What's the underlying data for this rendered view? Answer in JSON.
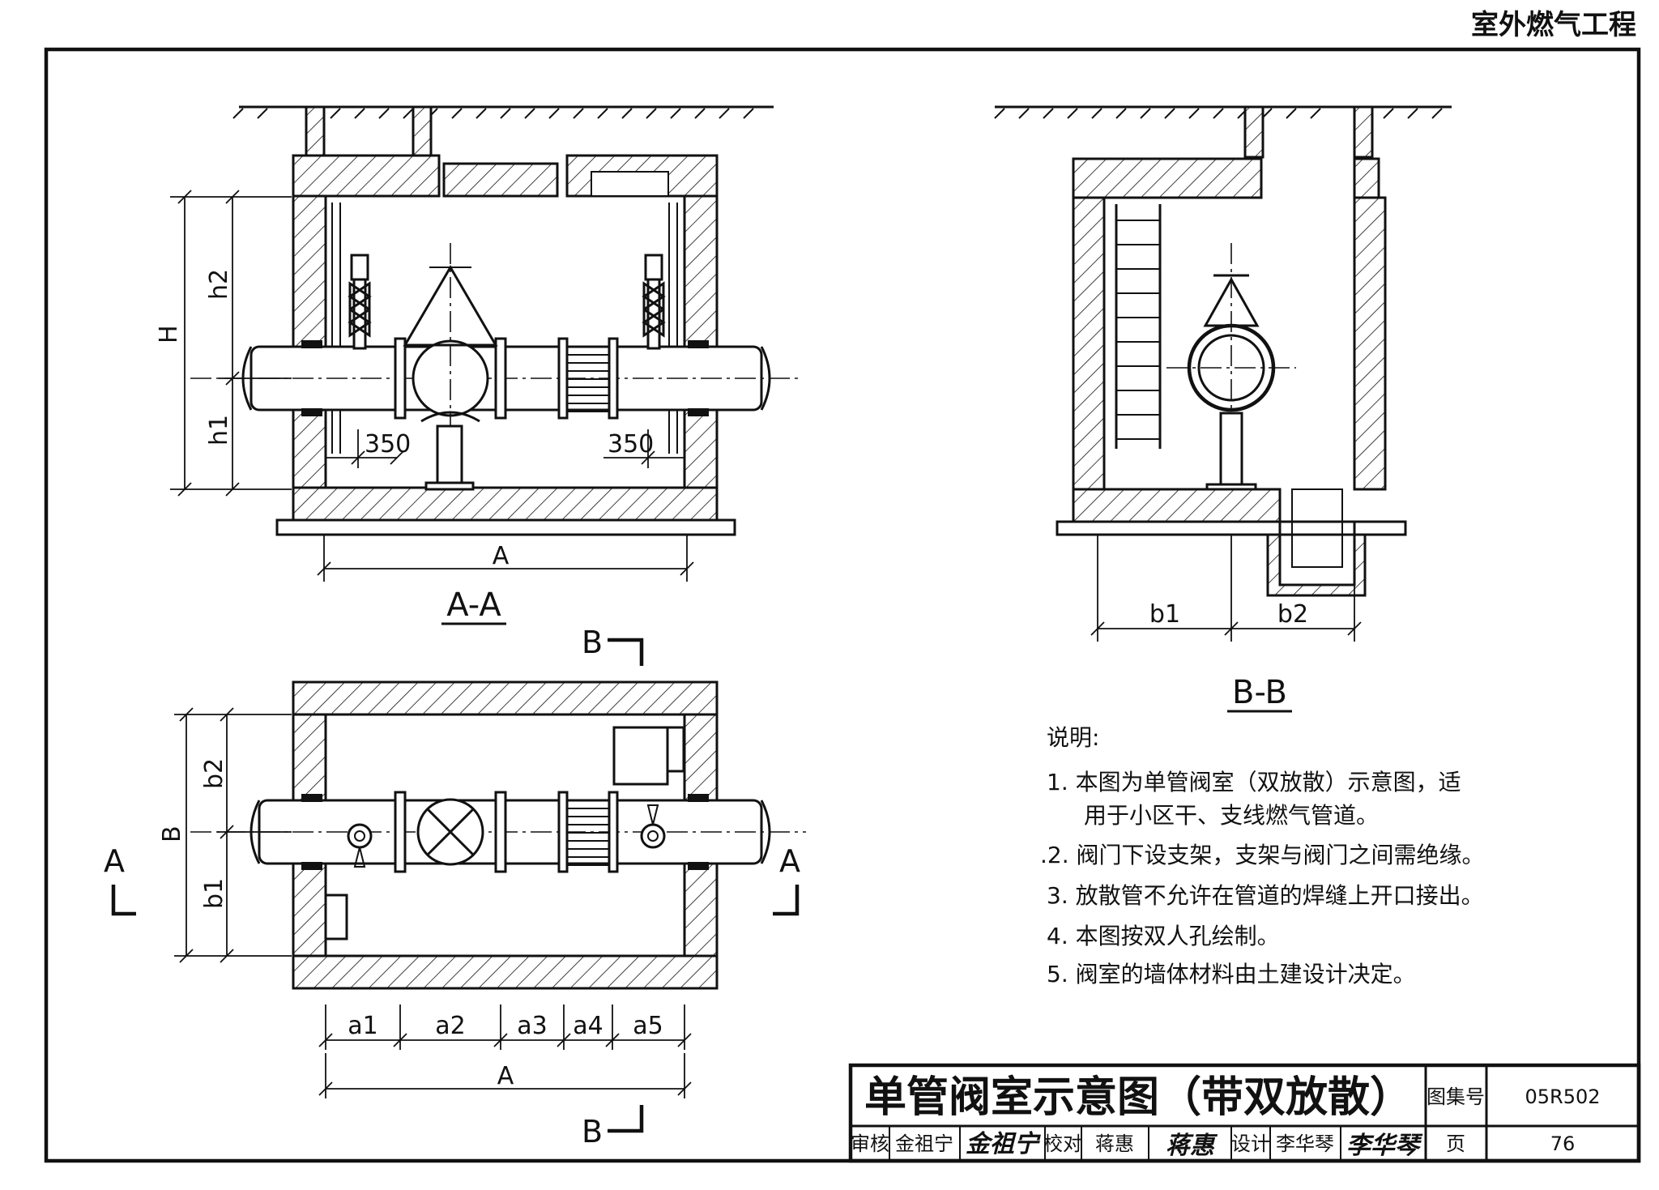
{
  "header": {
    "category": "室外燃气工程"
  },
  "section_aa": {
    "title": "A-A",
    "dims": {
      "H": "H",
      "h1": "h1",
      "h2": "h2",
      "left_offset": "350",
      "right_offset": "350",
      "width": "A"
    }
  },
  "section_bb": {
    "title": "B-B",
    "dims": {
      "b1": "b1",
      "b2": "b2"
    }
  },
  "plan": {
    "cut_b_top": "B",
    "cut_b_bottom": "B",
    "cut_a_left": "A",
    "cut_a_right": "A",
    "dims": {
      "B": "B",
      "b1": "b1",
      "b2": "b2",
      "a1": "a1",
      "a2": "a2",
      "a3": "a3",
      "a4": "a4",
      "a5": "a5",
      "A": "A"
    }
  },
  "notes": {
    "heading": "说明:",
    "items": [
      "1. 本图为单管阀室（双放散）示意图，适",
      "用于小区干、支线燃气管道。",
      ".2. 阀门下设支架，支架与阀门之间需绝缘。",
      "3. 放散管不允许在管道的焊缝上开口接出。",
      "4. 本图按双人孔绘制。",
      "5. 阀室的墙体材料由土建设计决定。"
    ]
  },
  "title_block": {
    "drawing_title": "单管阀室示意图（带双放散）",
    "atlas_label": "图集号",
    "atlas_no": "05R502",
    "review_label": "审核",
    "reviewer": "金祖宁",
    "reviewer_sign": "金祖宁",
    "check_label": "校对",
    "checker": "蒋惠",
    "checker_sign": "蒋惠",
    "design_label": "设计",
    "designer": "李华琴",
    "designer_sign": "李华琴",
    "page_label": "页",
    "page_no": "76"
  }
}
